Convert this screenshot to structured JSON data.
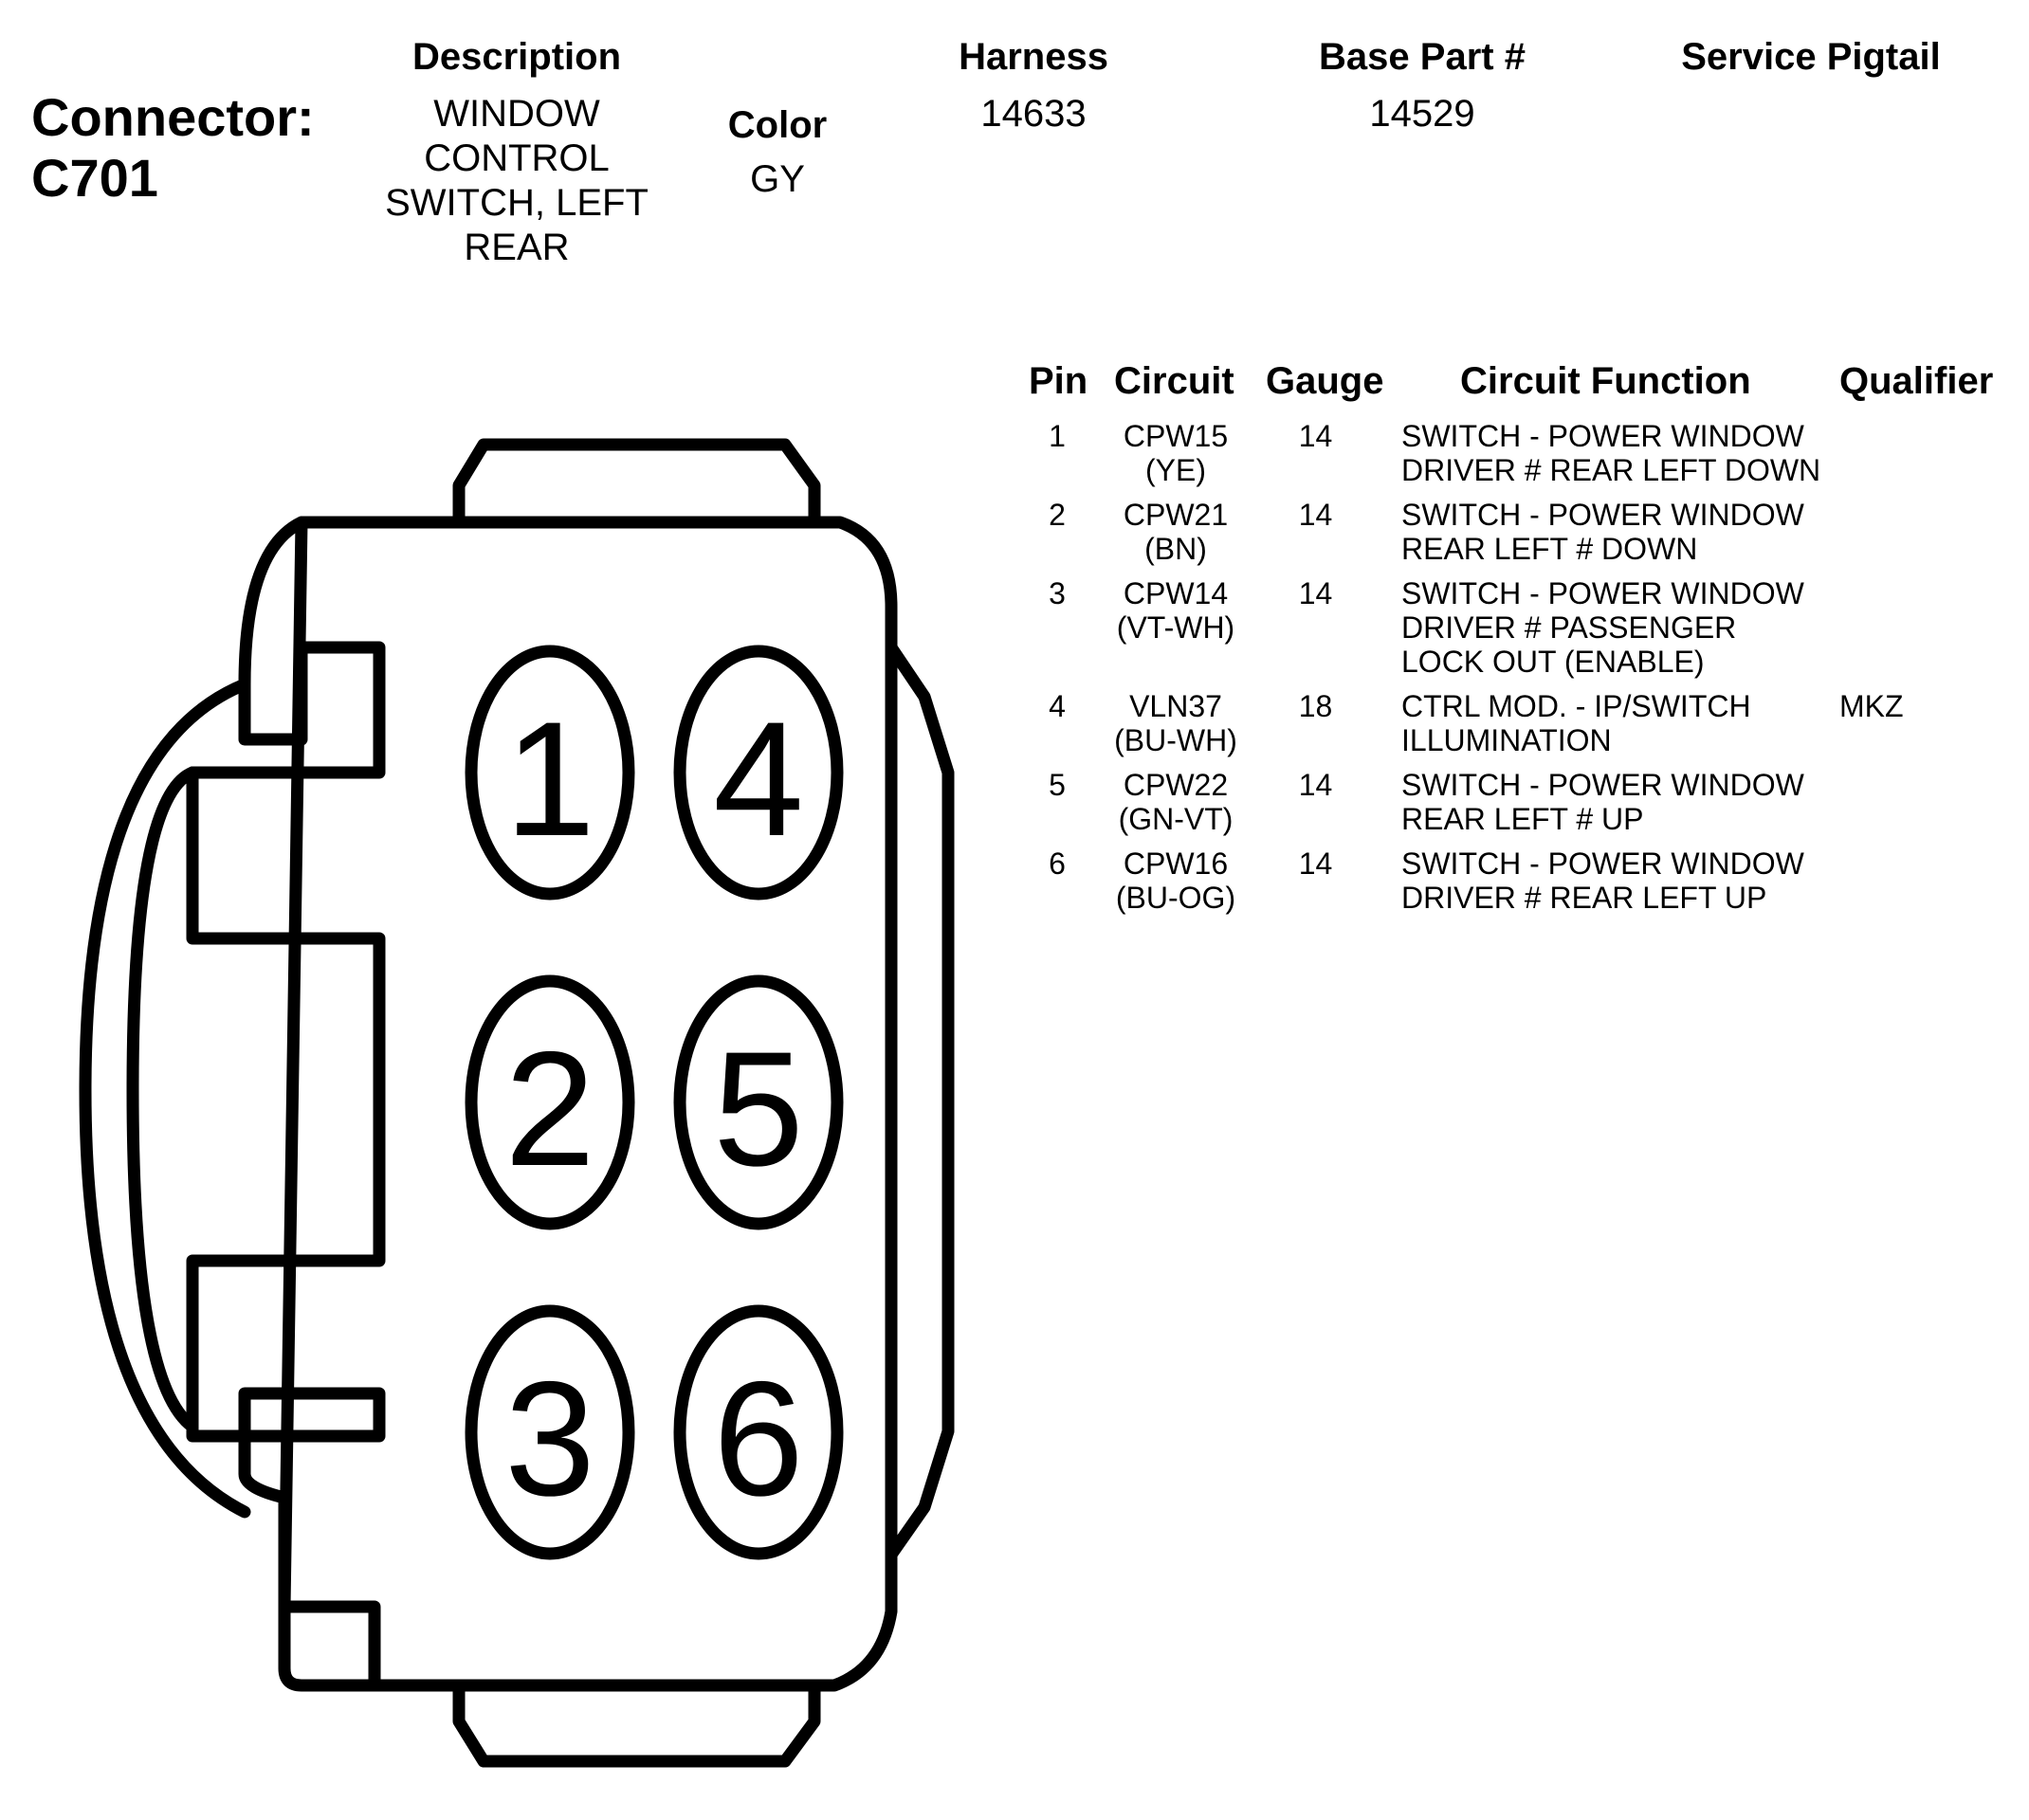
{
  "header": {
    "connector_label": "Connector:",
    "connector_id": "C701",
    "description_header": "Description",
    "description_lines": [
      "WINDOW",
      "CONTROL",
      "SWITCH, LEFT",
      "REAR"
    ],
    "color_header": "Color",
    "color_value": "GY",
    "harness_header": "Harness",
    "harness_value": "14633",
    "base_part_header": "Base Part #",
    "base_part_value": "14529",
    "service_pigtail_header": "Service Pigtail",
    "service_pigtail_value": ""
  },
  "pin_table": {
    "columns": {
      "pin": "Pin",
      "circuit": "Circuit",
      "gauge": "Gauge",
      "function": "Circuit Function",
      "qualifier": "Qualifier"
    },
    "rows": [
      {
        "pin": "1",
        "circuit": "CPW15",
        "color": "(YE)",
        "gauge": "14",
        "function": "SWITCH - POWER WINDOW\nDRIVER # REAR LEFT DOWN",
        "qualifier": ""
      },
      {
        "pin": "2",
        "circuit": "CPW21",
        "color": "(BN)",
        "gauge": "14",
        "function": "SWITCH - POWER WINDOW\nREAR LEFT # DOWN",
        "qualifier": ""
      },
      {
        "pin": "3",
        "circuit": "CPW14",
        "color": "(VT-WH)",
        "gauge": "14",
        "function": "SWITCH - POWER WINDOW\nDRIVER # PASSENGER\nLOCK OUT (ENABLE)",
        "qualifier": ""
      },
      {
        "pin": "4",
        "circuit": "VLN37",
        "color": "(BU-WH)",
        "gauge": "18",
        "function": "CTRL MOD. - IP/SWITCH\nILLUMINATION",
        "qualifier": "MKZ"
      },
      {
        "pin": "5",
        "circuit": "CPW22",
        "color": "(GN-VT)",
        "gauge": "14",
        "function": "SWITCH - POWER WINDOW\nREAR LEFT # UP",
        "qualifier": ""
      },
      {
        "pin": "6",
        "circuit": "CPW16",
        "color": "(BU-OG)",
        "gauge": "14",
        "function": "SWITCH - POWER WINDOW\nDRIVER # REAR LEFT UP",
        "qualifier": ""
      }
    ]
  },
  "connector_face": {
    "pins": [
      "1",
      "4",
      "2",
      "5",
      "3",
      "6"
    ],
    "stroke_color": "#000000"
  }
}
